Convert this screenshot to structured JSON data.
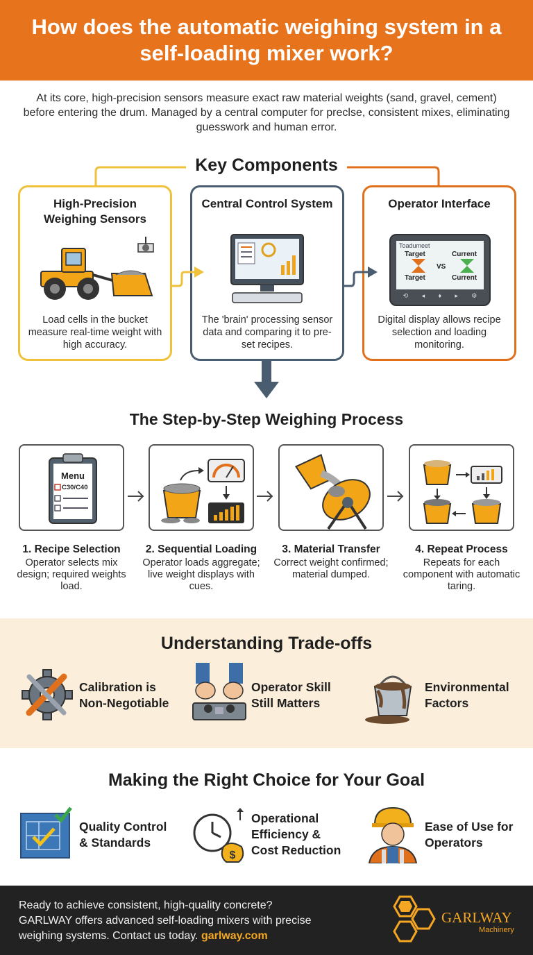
{
  "header": {
    "title": "How does the automatic weighing system in a self-loading mixer work?"
  },
  "intro": {
    "text": "At its core, high-precision sensors measure exact raw material weights (sand, gravel, cement) before entering the drum. Managed by a central computer for preclse, consistent mixes, eliminating guesswork and human error."
  },
  "key_components": {
    "title": "Key Components",
    "cards": [
      {
        "title": "High-Precision Weighing Sensors",
        "desc": "Load cells in the bucket measure real-time weight with high accuracy.",
        "icon": "wheel-loader-icon",
        "color": "#f0c23c"
      },
      {
        "title": "Central Control System",
        "desc": "The 'brain' processing sensor data and comparing it to pre-set recipes.",
        "icon": "computer-icon",
        "color": "#4a5d70"
      },
      {
        "title": "Operator Interface",
        "desc": "Digital display allows recipe selection and loading monitoring.",
        "icon": "tablet-display-icon",
        "color": "#e0701c"
      }
    ],
    "screen": {
      "header": "Toadumeet",
      "target1": "Target",
      "vs": "VS",
      "current1": "Current",
      "target2": "Target",
      "current2": "Current"
    }
  },
  "process": {
    "title": "The Step-by-Step Weighing Process",
    "clipboard": {
      "menu": "Menu",
      "item": "C30/C40"
    },
    "steps": [
      {
        "title": "1. Recipe Selection",
        "desc": "Operator selects mix design; required weights load.",
        "icon": "clipboard-icon"
      },
      {
        "title": "2. Sequential Loading",
        "desc": "Operator loads aggregate; live weight displays with cues.",
        "icon": "bucket-gauge-icon"
      },
      {
        "title": "3. Material Transfer",
        "desc": "Correct weight confirmed; material dumped.",
        "icon": "drum-pour-icon"
      },
      {
        "title": "4. Repeat Process",
        "desc": "Repeats for each component with automatic taring.",
        "icon": "cycle-buckets-icon"
      }
    ]
  },
  "tradeoffs": {
    "title": "Understanding Trade-offs",
    "items": [
      {
        "label_line1": "Calibration is",
        "label_line2": "Non-Negotiable",
        "icon": "wrench-gear-icon"
      },
      {
        "label_line1": "Operator Skill",
        "label_line2": "Still Matters",
        "icon": "joystick-hands-icon"
      },
      {
        "label_line1": "Environmental",
        "label_line2": "Factors",
        "icon": "muddy-bucket-icon"
      }
    ]
  },
  "choice": {
    "title": "Making the Right Choice for Your Goal",
    "items": [
      {
        "line1": "Quality Control",
        "line2": "& Standards",
        "line3": "",
        "icon": "blueprint-check-icon"
      },
      {
        "line1": "Operational",
        "line2": "Efficiency &",
        "line3": "Cost Reduction",
        "icon": "clock-money-icon"
      },
      {
        "line1": "Ease of Use for",
        "line2": "Operators",
        "line3": "",
        "icon": "worker-icon"
      }
    ]
  },
  "footer": {
    "line1": "Ready to achieve consistent, high-quality concrete?",
    "line2": "GARLWAY offers advanced self-loading mixers with precise",
    "line3_prefix": "weighing systems. Contact us today. ",
    "link": "garlway.com",
    "logo_name": "GARLWAY",
    "logo_sub": "Machinery",
    "accent": "#f5a623"
  }
}
